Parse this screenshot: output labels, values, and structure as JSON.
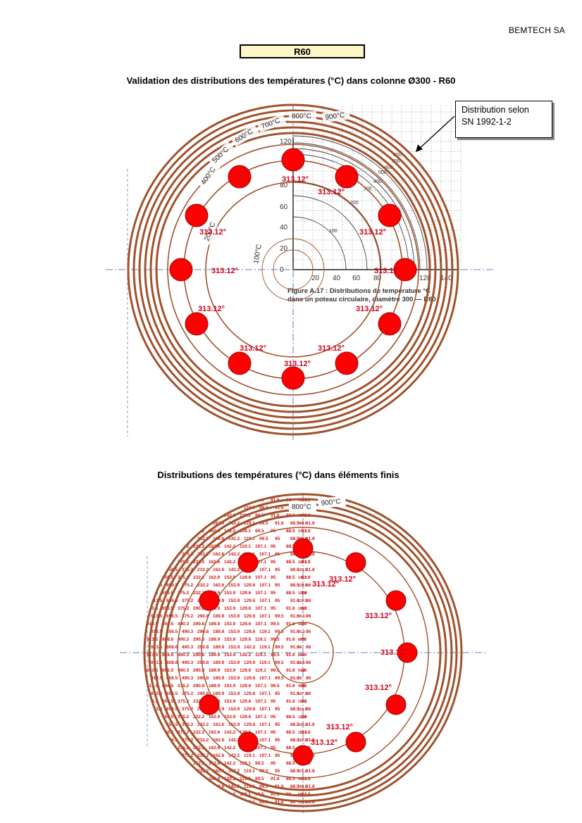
{
  "header": {
    "company": "BEMTECH SA"
  },
  "section_label": "R60",
  "figure1": {
    "title": "Validation des distributions des températures (°C) dans colonne Ø300 - R60",
    "callout": [
      "Distribution selon",
      "SN 1992-1-2"
    ],
    "band_labels": [
      "900°C",
      "800°C",
      "700°C",
      "600°C",
      "500°C",
      "400°C",
      "200°C",
      "100°C"
    ],
    "bar_value": "313.12°",
    "iso_labels": [
      "800",
      "700",
      "600",
      "500",
      "400",
      "300",
      "200",
      "100"
    ],
    "y_ticks": [
      "120",
      "80",
      "60",
      "40",
      "20",
      "0"
    ],
    "x_ticks": [
      "20",
      "40",
      "60",
      "80",
      "120",
      "140"
    ],
    "caption_line1": "Figure A.17 : Distributions de température °C",
    "caption_line2": "dans un poteau circulaire, diamètre 300 — R60"
  },
  "figure2": {
    "title": "Distributions des températures (°C) dans éléments finis",
    "band_labels": [
      "900°C",
      "800°C"
    ],
    "bar_value": "313.12°",
    "fem_values": [
      "913.5",
      "808.6",
      "656.5",
      "490.3",
      "375.2",
      "290.8",
      "232.2",
      "189.9",
      "162.6",
      "153.9",
      "142.2",
      "129.6",
      "119.1",
      "107.1",
      "99.5",
      "95",
      "91.6",
      "88.5",
      "86",
      "81.8"
    ]
  },
  "colors": {
    "copper": "#a0522d",
    "copper_dark": "#7a3a1e",
    "rebar": "#ff0000",
    "label_red": "#d0021b",
    "axis_blue": "#2e5fa3",
    "r60_fill": "#fdf7c8"
  }
}
